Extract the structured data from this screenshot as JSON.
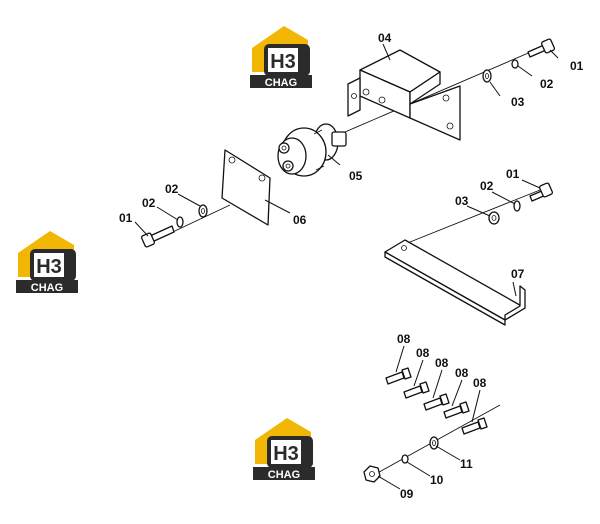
{
  "watermark": {
    "logo_letters": "H3",
    "logo_text": "CHAG",
    "colors": {
      "yellow": "#f2b705",
      "dark": "#2b2b2b"
    }
  },
  "labels": {
    "l01a": "01",
    "l02a": "02",
    "l03a": "03",
    "l04": "04",
    "l05": "05",
    "l06": "06",
    "l01b": "01",
    "l02b": "02",
    "l02c": "02",
    "l01c": "01",
    "l03b": "03",
    "l07": "07",
    "l08a": "08",
    "l08b": "08",
    "l08c": "08",
    "l08d": "08",
    "l08e": "08",
    "l11": "11",
    "l10": "10",
    "l09": "09"
  }
}
